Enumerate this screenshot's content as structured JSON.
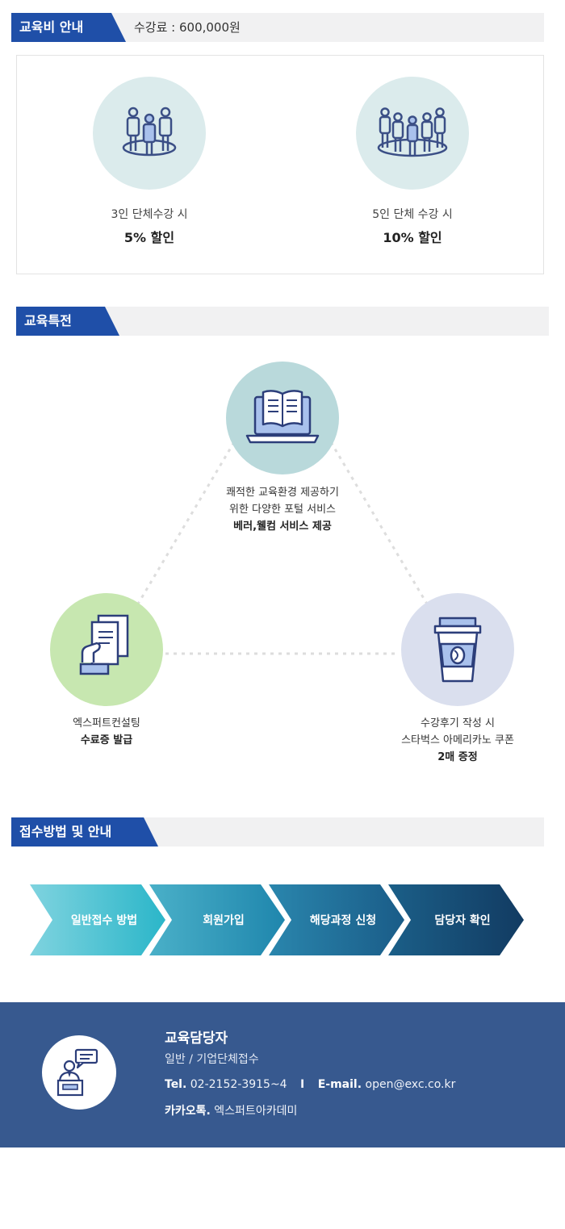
{
  "fee_section": {
    "tag": "교육비 안내",
    "fee_text": "수강료 : 600,000원",
    "discounts": [
      {
        "label": "3인 단체수강 시",
        "value": "5% 할인",
        "icon": "group-three-icon"
      },
      {
        "label": "5인 단체 수강 시",
        "value": "10% 할인",
        "icon": "group-five-icon"
      }
    ]
  },
  "benefit_section": {
    "tag": "교육특전",
    "items": [
      {
        "line1": "쾌적한 교육환경 제공하기",
        "line2": "위한 다양한 포털 서비스",
        "bold": "베러,웰컴 서비스 제공",
        "icon": "laptop-book-icon"
      },
      {
        "line1": "엑스퍼트컨설팅",
        "bold": "수료증 발급",
        "icon": "certificate-hand-icon"
      },
      {
        "line1": "수강후기 작성 시",
        "line2": "스타벅스 아메리카노 쿠폰",
        "bold": "2매 증정",
        "icon": "coffee-cup-icon"
      }
    ]
  },
  "apply_section": {
    "tag": "접수방법 및 안내",
    "steps": [
      "일반접수 방법",
      "회원가입",
      "해당과정 신청",
      "담당자 확인"
    ]
  },
  "contact": {
    "title": "교육담당자",
    "subtitle": "일반 / 기업단체접수",
    "tel_label": "Tel.",
    "tel": "02-2152-3915~4",
    "separator": "I",
    "email_label": "E-mail.",
    "email": "open@exc.co.kr",
    "kakao_label": "카카오톡.",
    "kakao": "엑스퍼트아카데미",
    "icon": "speaker-podium-icon"
  },
  "colors": {
    "tag_blue": "#1f4fa8",
    "contact_bg": "#37598f",
    "step_colors": [
      "#4cbdcf",
      "#2d90b3",
      "#1f6b94",
      "#173f68"
    ]
  }
}
